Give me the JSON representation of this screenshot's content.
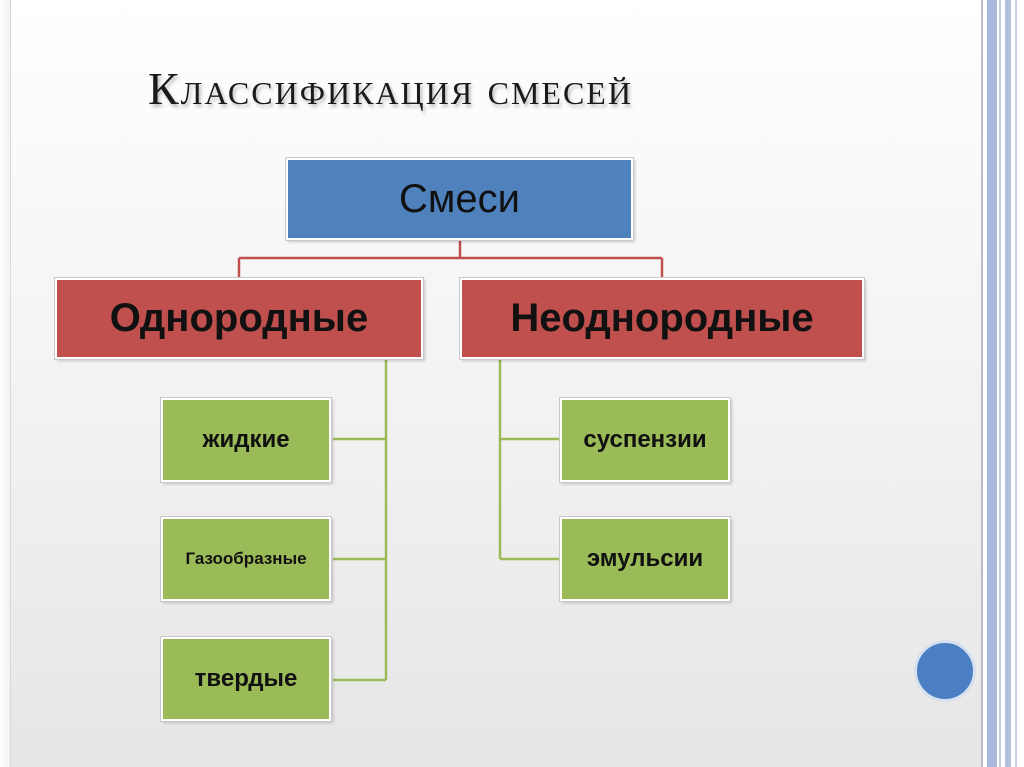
{
  "title": "Классификация смесей",
  "root": "Смеси",
  "branches": [
    {
      "label": "Однородные",
      "children": [
        "жидкие",
        "Газообразные",
        "твердые"
      ]
    },
    {
      "label": "Неоднородные",
      "children": [
        "суспензии",
        "эмульсии"
      ]
    }
  ],
  "colors": {
    "root": "#4f81bd",
    "branch": "#c0504d",
    "leaf": "#9bbb59",
    "connector_top": "#c0504d",
    "connector_bottom": "#9bbb59",
    "accent_circle": "#4a7fc4"
  },
  "icons": [
    "decorative-circle-icon"
  ]
}
